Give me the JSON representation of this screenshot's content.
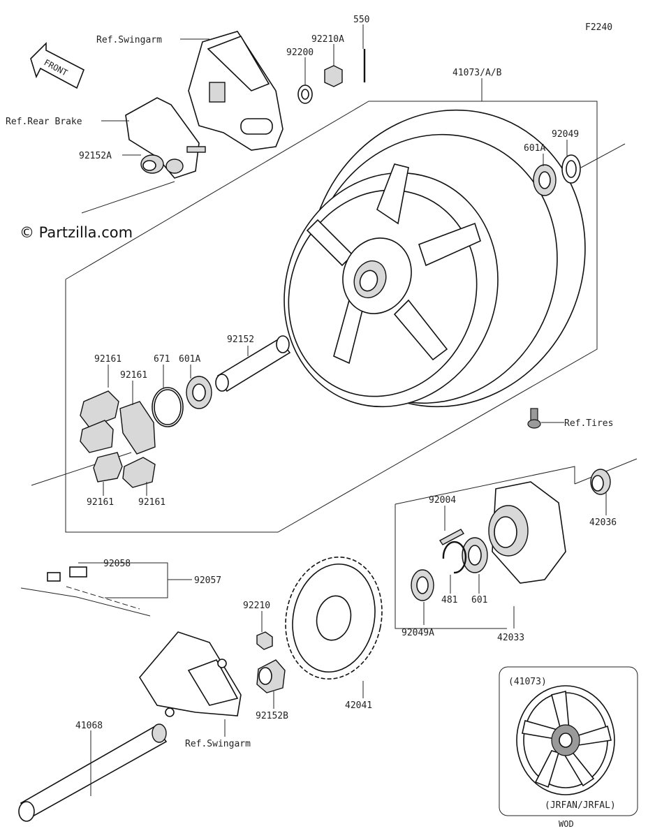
{
  "diagram": {
    "code": "F2240",
    "front_label": "FRONT",
    "watermark": "© Partzilla.com",
    "inset_code": "WOD",
    "inset_title": "(41073)",
    "inset_variant": "(JRFAN/JRFAL)"
  },
  "labels": {
    "ref_swingarm_top": "Ref.Swingarm",
    "ref_rear_brake": "Ref.Rear Brake",
    "ref_tires": "Ref.Tires",
    "ref_swingarm_bottom": "Ref.Swingarm",
    "p550": "550",
    "p92210A": "92210A",
    "p92200": "92200",
    "p41073AB": "41073/A/B",
    "p92049": "92049",
    "p601A_top": "601A",
    "p92152A": "92152A",
    "p92152": "92152",
    "p601A": "601A",
    "p671": "671",
    "p92161_a": "92161",
    "p92161_b": "92161",
    "p92161_c": "92161",
    "p92161_d": "92161",
    "p92004": "92004",
    "p42036": "42036",
    "p92058": "92058",
    "p92057": "92057",
    "p92210": "92210",
    "p601": "601",
    "p481": "481",
    "p92049A": "92049A",
    "p42033": "42033",
    "p92152B": "92152B",
    "p42041": "42041",
    "p41068": "41068"
  }
}
